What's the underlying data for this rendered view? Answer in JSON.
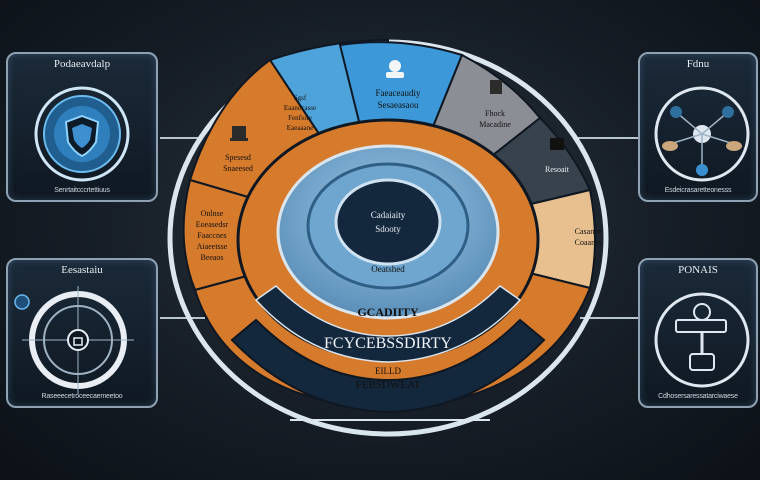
{
  "panels": {
    "top_left": {
      "title": "Podaeavdalp",
      "caption": "Senrtaitcccrtettiuus"
    },
    "bottom_left": {
      "title": "Eesastaiu",
      "caption": "Raseeecetroceecaemeetoo"
    },
    "top_right": {
      "title": "Fdnu",
      "caption": "Esdeicrasaretteonesss"
    },
    "bottom_right": {
      "title": "PONAIS",
      "caption": "Cdhosersaressatarciwaese"
    }
  },
  "segments": {
    "top_blue": [
      "Faeaceaudiy",
      "Sesaeasaou"
    ],
    "left_blue": [
      "Sgsf",
      "Eaanocasse",
      "Fenfiore",
      "Eaeaaane"
    ],
    "gray": [
      "Fhock",
      "Macadine"
    ],
    "dark_right": [
      "Resoait"
    ],
    "orange_left_upper": [
      "Spesesd",
      "Snaeesed"
    ],
    "orange_left_lower": [
      "Onlnse",
      "Eoeasedsr",
      "Faaccnes",
      "Aiaeetsse",
      "Beeaos"
    ],
    "tan_right": [
      "Casanee",
      "Coaanss"
    ]
  },
  "center": {
    "core": [
      "Cadaiaity",
      "Sdooty"
    ],
    "ring_label": "Oeatshed",
    "band1": "GCADIITY",
    "band2": "FCYCEBSSDIRTY",
    "band3_line1": "EILLD",
    "band3_line2": "FEBSDWEAT"
  },
  "colors": {
    "orange": "#d67a2c",
    "blue": "#4fa3db",
    "gray": "#8b8f95",
    "navy": "#13283d",
    "tan": "#e8c08f"
  }
}
